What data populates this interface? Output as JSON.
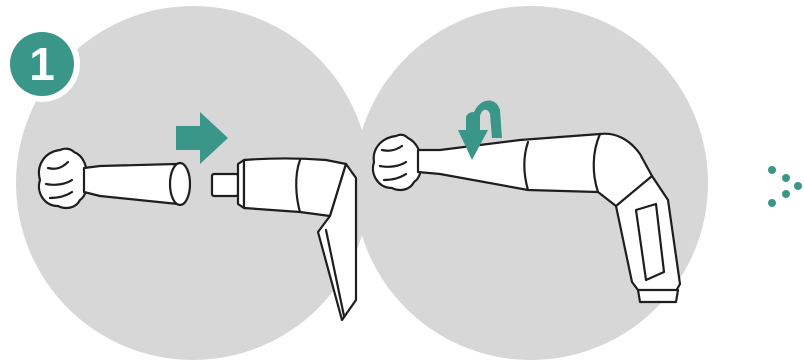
{
  "step": {
    "number": "1"
  },
  "colors": {
    "panel_background": "#d7d7d7",
    "accent": "#3a9689",
    "line_art": "#1e1e1e",
    "object_fill": "#ffffff"
  },
  "icons": {
    "attach_arrow": "right-arrow-icon",
    "rotate_arrow": "rotate-down-arrow-icon",
    "continue_indicator": "dots-continue-icon"
  },
  "panels": [
    {
      "name": "attach-step-panel",
      "content": "brush-head-and-handle-separated"
    },
    {
      "name": "twist-step-panel",
      "content": "brush-head-attached-to-handle"
    }
  ]
}
